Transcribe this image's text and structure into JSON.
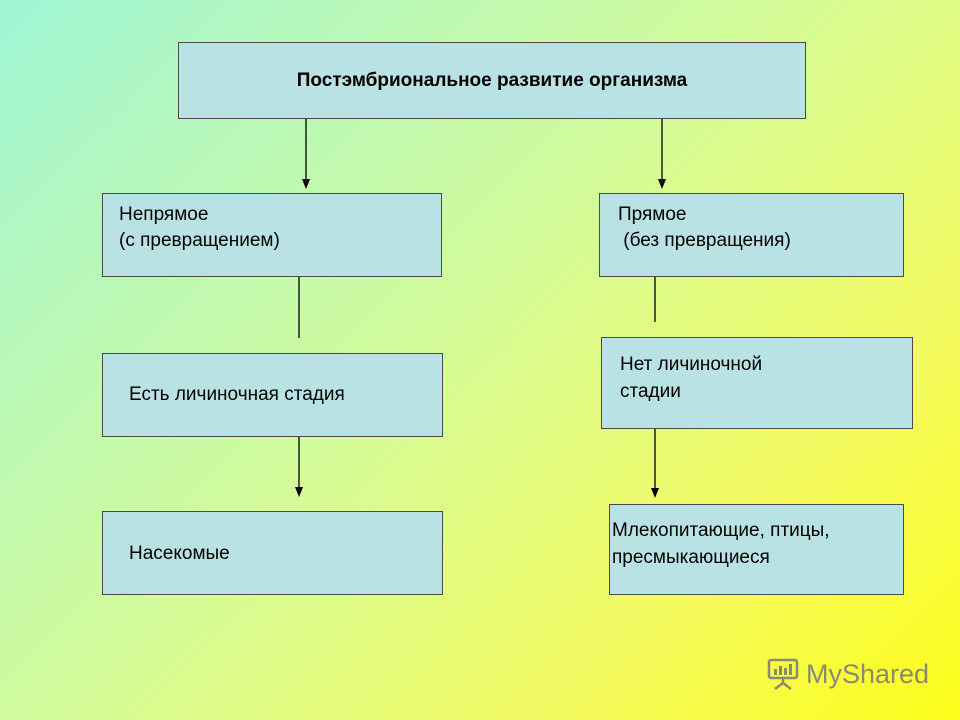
{
  "title": "Постэмбриональное развитие организма",
  "indirect": {
    "line1": "Непрямое",
    "line2": "(с превращением)"
  },
  "direct": {
    "line1": "Прямое",
    "line2": " (без превращения)"
  },
  "larva_yes": "Есть личиночная стадия",
  "larva_no": {
    "line1": "Нет личиночной",
    "line2": "стадии"
  },
  "insects": "Насекомые",
  "animals": {
    "line1": "Млекопитающие, птицы,",
    "line2": "пресмыкающиеся"
  },
  "watermark": {
    "prefix": "My",
    "suffix": "Shared"
  }
}
